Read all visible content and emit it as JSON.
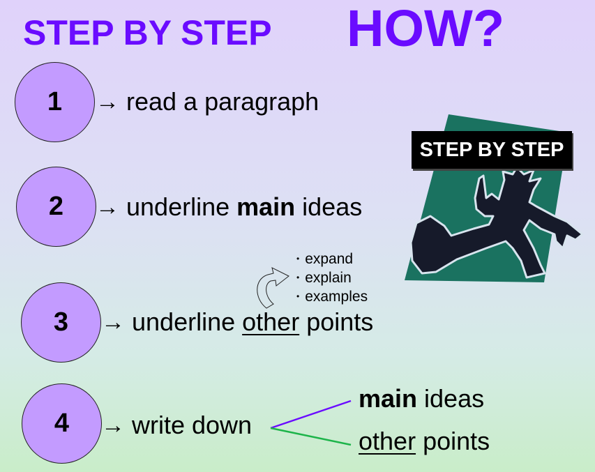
{
  "title": {
    "left": "STEP BY STEP",
    "right": "HOW?"
  },
  "steps": [
    {
      "number": "1",
      "parts": [
        "read a paragraph"
      ]
    },
    {
      "number": "2",
      "parts": [
        "underline ",
        "main",
        " ideas"
      ]
    },
    {
      "number": "3",
      "parts": [
        "underline ",
        "other",
        " points"
      ]
    },
    {
      "number": "4",
      "parts": [
        "write down"
      ]
    }
  ],
  "arrow_glyph": "→",
  "bullets": [
    "expand",
    "explain",
    "examples"
  ],
  "bullet_glyph": "•",
  "write_down_branches": [
    {
      "bold": "main",
      "rest": " ideas"
    },
    {
      "underlined": "other",
      "rest": " points"
    }
  ],
  "clipart": {
    "banner": "STEP BY STEP"
  },
  "colors": {
    "title": "#6a0bff",
    "circle": "#c39bff",
    "branch_main": "#6a0bff",
    "branch_other": "#1db44a",
    "clipart_bg": "#1a7260"
  }
}
